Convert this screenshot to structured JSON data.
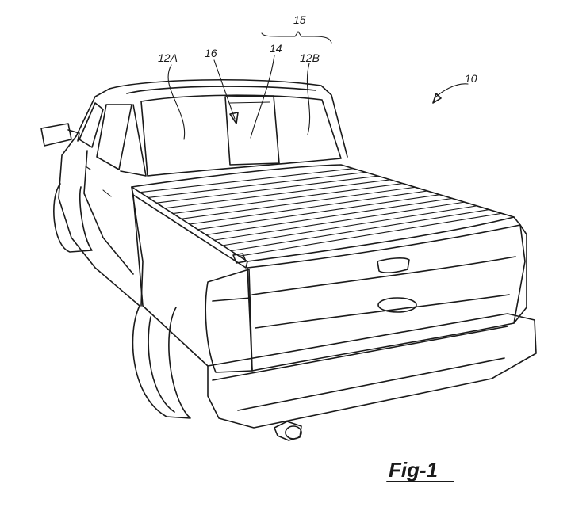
{
  "labels": {
    "ref_10": "10",
    "ref_12a": "12A",
    "ref_12b": "12B",
    "ref_14": "14",
    "ref_15": "15",
    "ref_16": "16"
  },
  "caption": "Fig-1"
}
